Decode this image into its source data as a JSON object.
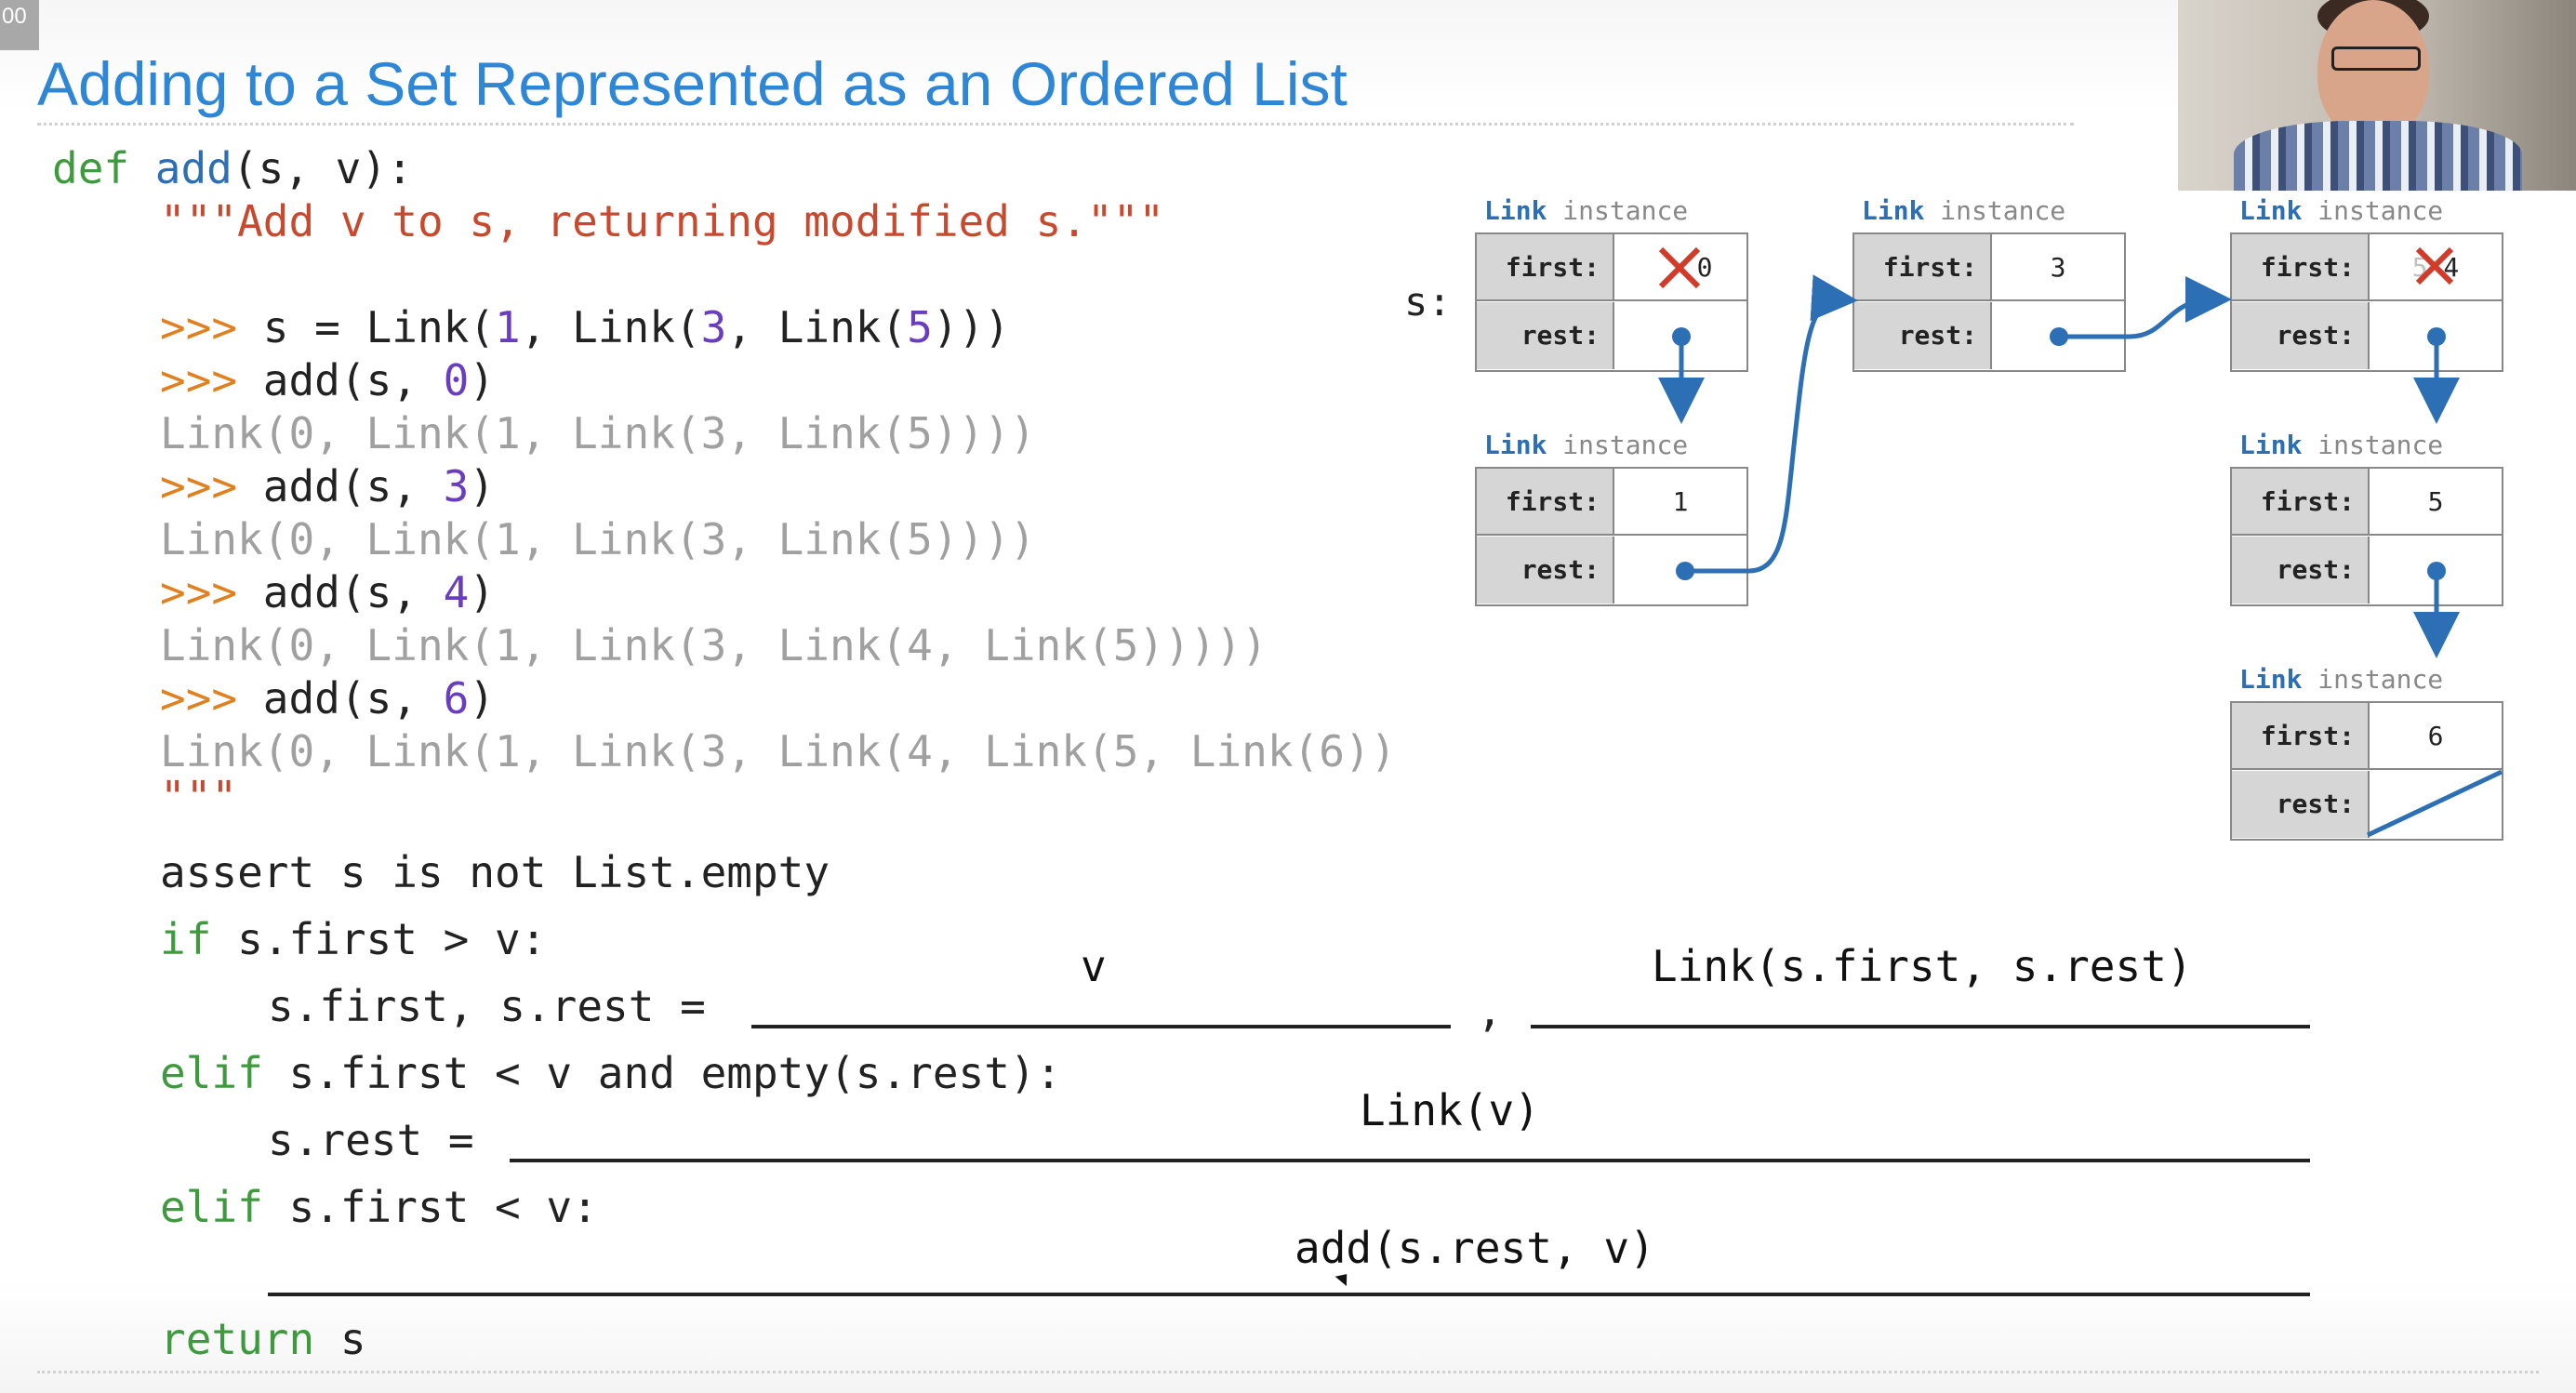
{
  "overlay": {
    "timestamp_fragment": "00"
  },
  "slide": {
    "title": "Adding to a Set Represented as an Ordered List"
  },
  "code": {
    "def_kw": "def",
    "fn_name": "add",
    "signature_rest": "(s, v):",
    "docstring": "\"\"\"Add v to s, returning modified s.\"\"\"",
    "prompt": ">>>",
    "ex1_a": "s = Link(",
    "ex1_n1": "1",
    "ex1_b": ", Link(",
    "ex1_n2": "3",
    "ex1_c": ", Link(",
    "ex1_n3": "5",
    "ex1_d": ")))",
    "call1_a": "add(s, ",
    "call1_n": "0",
    "call1_b": ")",
    "out1": "Link(0, Link(1, Link(3, Link(5))))",
    "call2_a": "add(s, ",
    "call2_n": "3",
    "call2_b": ")",
    "out2": "Link(0, Link(1, Link(3, Link(5))))",
    "call3_a": "add(s, ",
    "call3_n": "4",
    "call3_b": ")",
    "out3": "Link(0, Link(1, Link(3, Link(4, Link(5)))))",
    "call4_a": "add(s, ",
    "call4_n": "6",
    "call4_b": ")",
    "out4": "Link(0, Link(1, Link(3, Link(4, Link(5, Link(6))",
    "doc_end": "\"\"\"",
    "assert_line": "assert s is not List.empty",
    "if_kw": "if",
    "if_rest": " s.first > v:",
    "assign1": "s.first, s.rest =",
    "comma": ",",
    "elif_kw": "elif",
    "elif1_rest": " s.first < v and empty(s.rest):",
    "assign2": "s.rest =",
    "elif2_rest": " s.first < v:",
    "return_kw": "return",
    "return_rest": " s"
  },
  "answers": {
    "blank1": "v",
    "blank2": "Link(s.first, s.rest)",
    "blank3": "Link(v)",
    "blank4": "add(s.rest, v)"
  },
  "diagram": {
    "s_label": "s:",
    "link_word": "Link",
    "instance_word": "instance",
    "first_label": "first:",
    "rest_label": "rest:",
    "node_a": {
      "first_struck": "",
      "first_new": "0"
    },
    "node_b": {
      "first": "1"
    },
    "node_c": {
      "first": "3"
    },
    "node_d": {
      "first_struck": "5",
      "first_new": "4"
    },
    "node_e": {
      "first": "5"
    },
    "node_f": {
      "first": "6"
    },
    "arrow_color": "#2c6fb5",
    "strike_color": "#d23a2a"
  }
}
